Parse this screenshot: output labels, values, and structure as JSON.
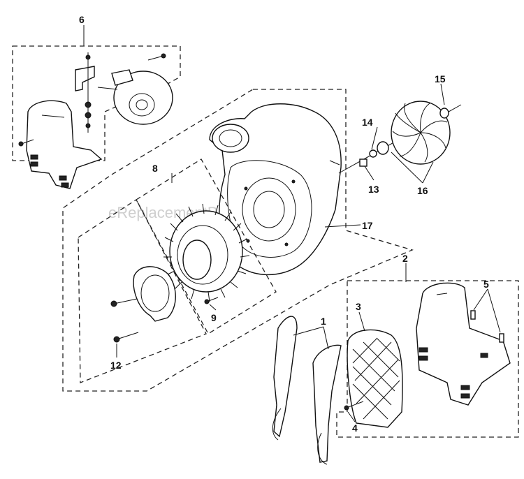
{
  "watermark": "eReplacementParts.com",
  "callouts": {
    "c1": "1",
    "c2": "2",
    "c3": "3",
    "c4": "4",
    "c5": "5",
    "c6": "6",
    "c8": "8",
    "c9": "9",
    "c12": "12",
    "c13": "13",
    "c14": "14",
    "c15": "15",
    "c16": "16",
    "c17": "17"
  },
  "parts": {
    "p1": "shoulder-straps",
    "p2": "backpack-frame-assembly",
    "p3": "back-pad",
    "p4": "screw",
    "p5": "frame-studs",
    "p6": "engine-mount-assembly",
    "p8": "starter-assembly",
    "p9": "screw",
    "p12": "screw",
    "p13": "nut",
    "p14": "washer",
    "p15": "washer",
    "p16": "impeller",
    "p17": "blower-housing"
  },
  "colors": {
    "line": "#111111",
    "background": "#ffffff",
    "watermark": "#cfcfcf"
  }
}
